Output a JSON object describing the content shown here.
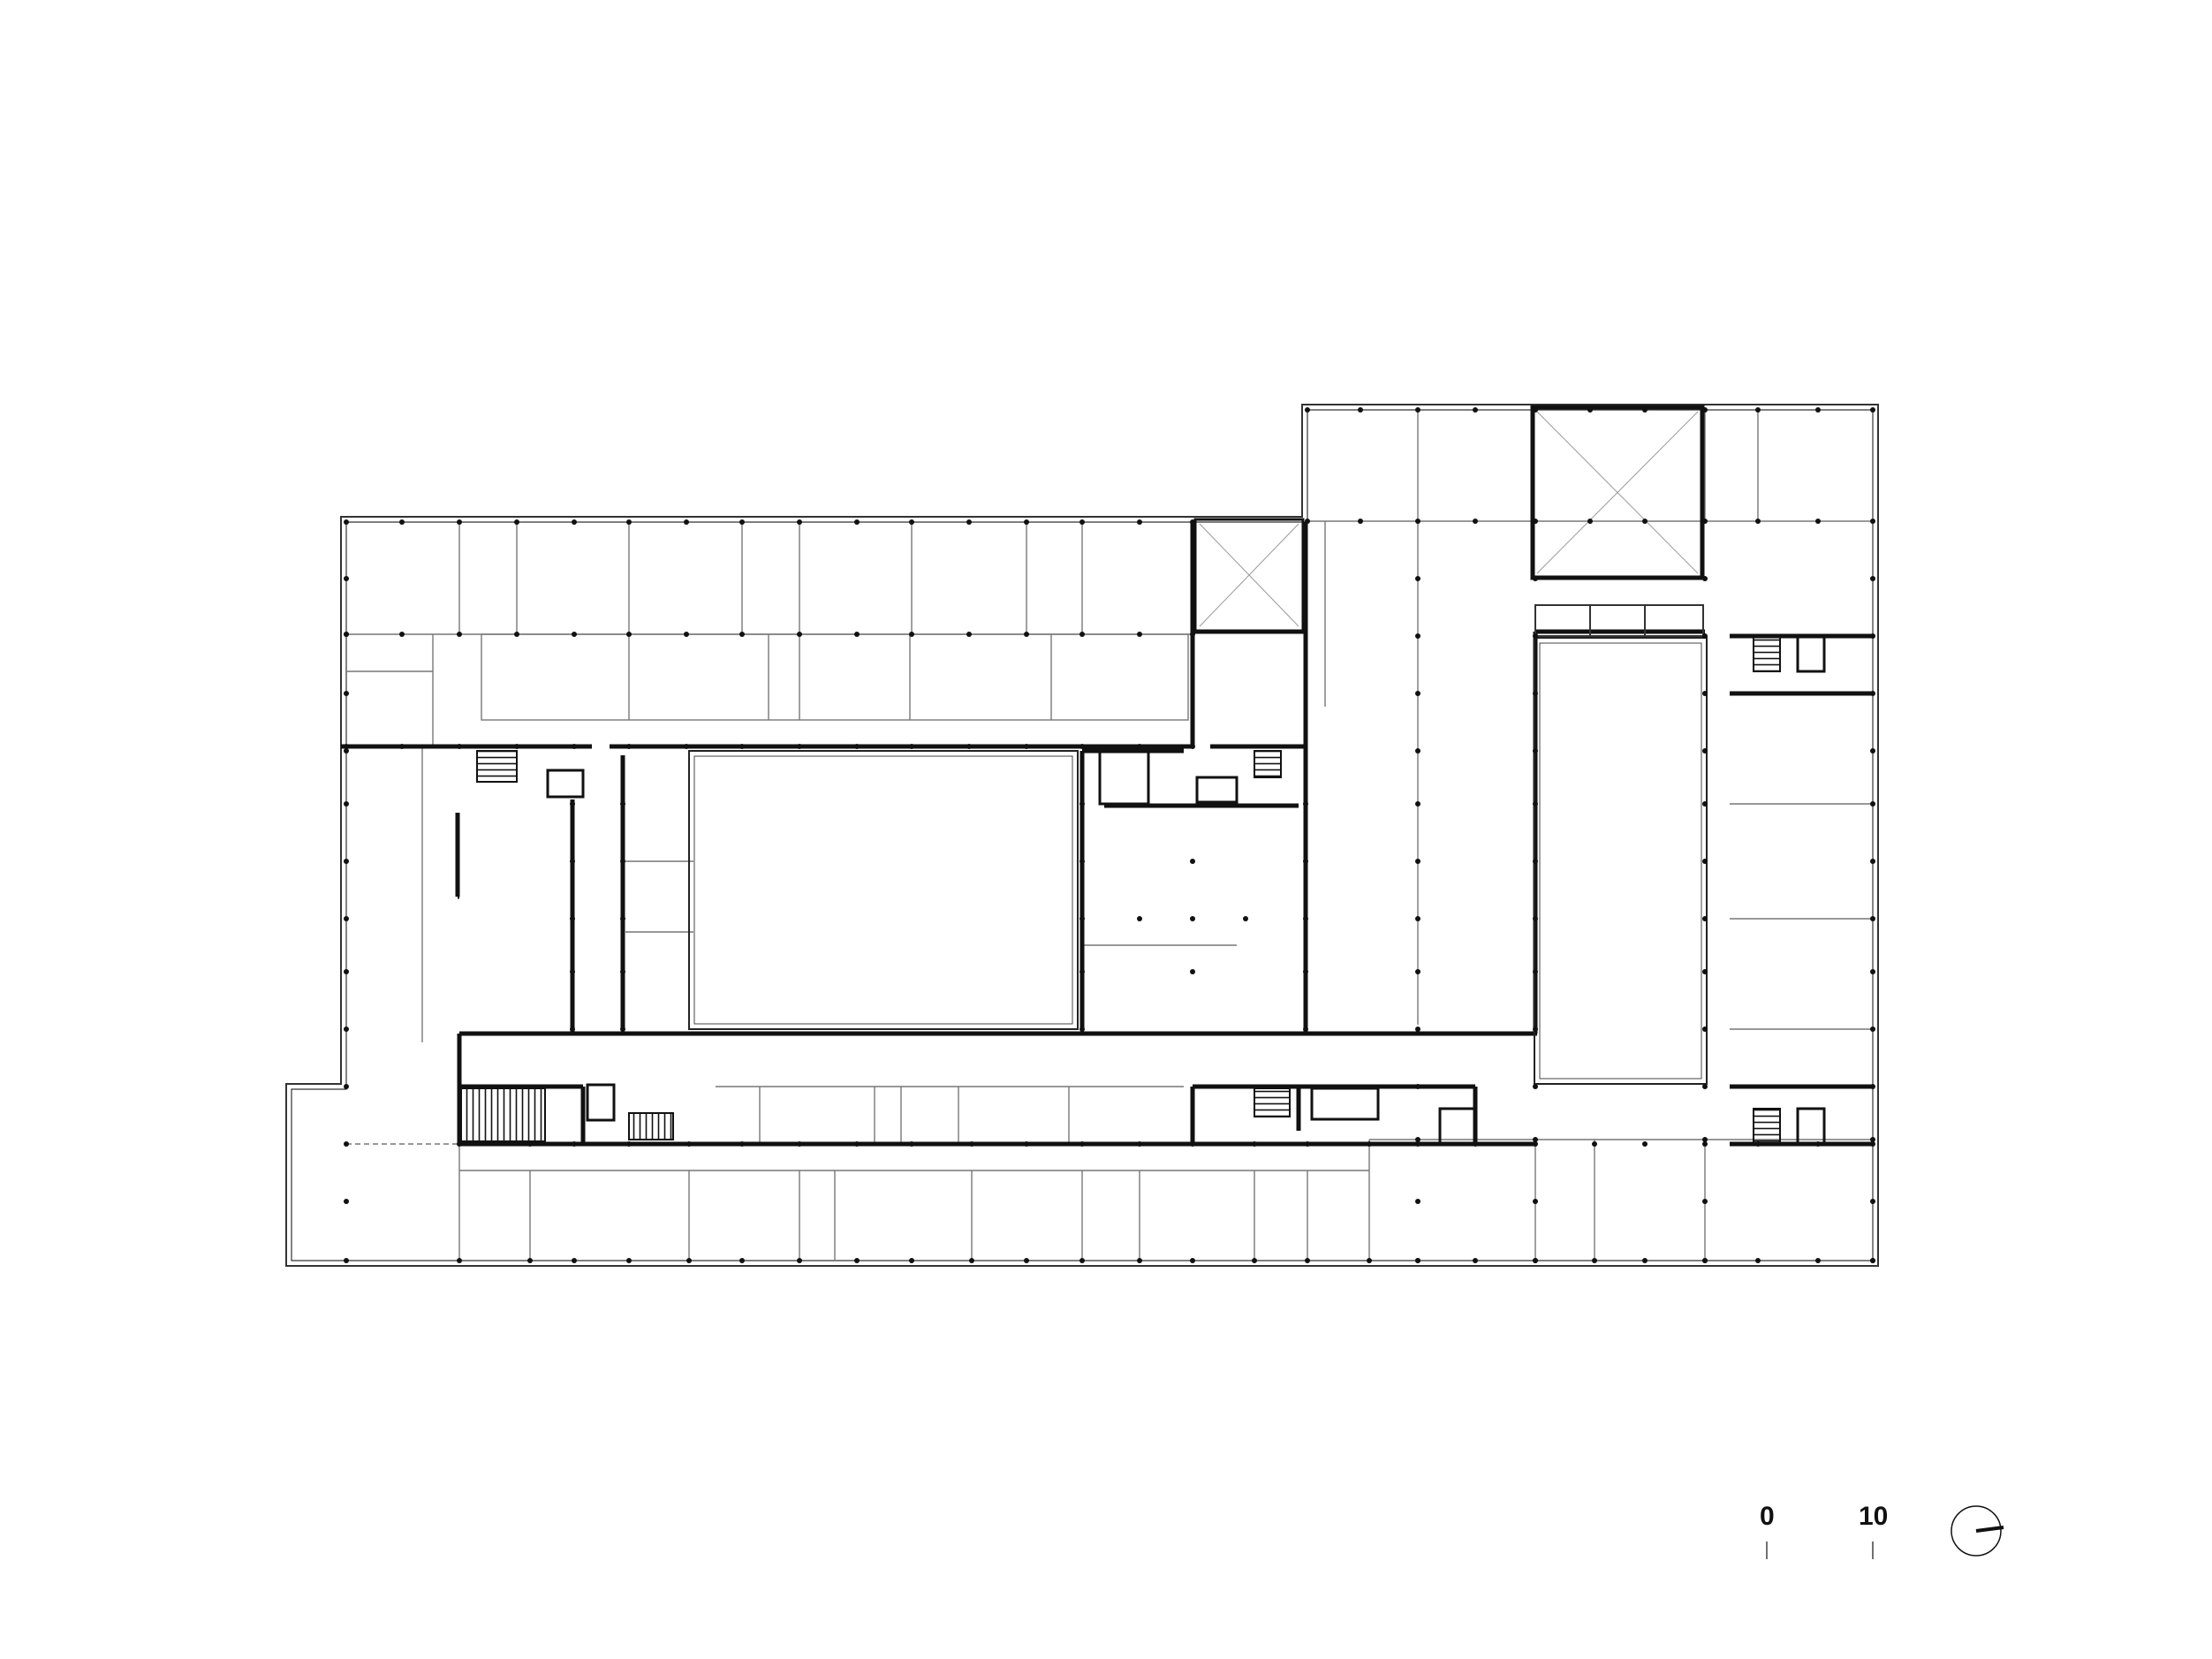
{
  "drawing": {
    "type": "architectural-floor-plan",
    "line_color": "#111111",
    "light_line_color": "#999999",
    "background": "#ffffff"
  },
  "scale_bar": {
    "start_label": "0",
    "end_label": "10"
  },
  "north_arrow": {
    "icon": "north-arrow-icon"
  }
}
